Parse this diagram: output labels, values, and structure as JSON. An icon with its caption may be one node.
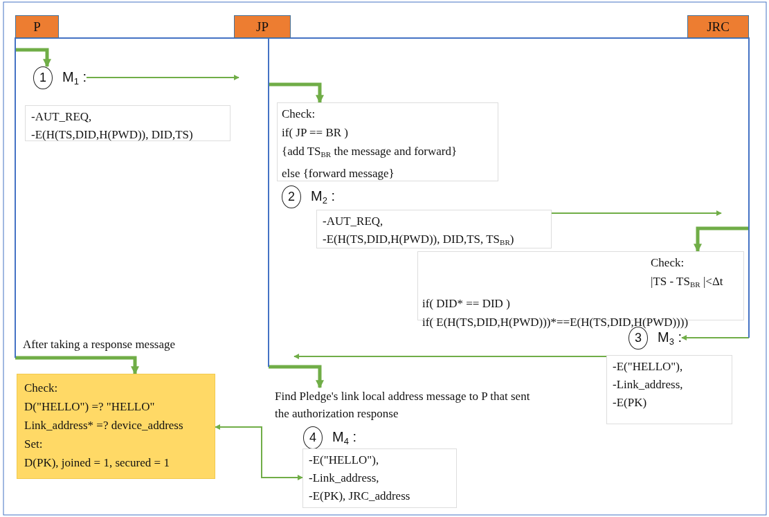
{
  "diagram": {
    "nodes": [
      {
        "text": [
          "P"
        ]
      },
      {
        "text": [
          "JP"
        ]
      },
      {
        "text": [
          "JRC"
        ]
      },
      {
        "text": [],
        "shape": "line"
      },
      {
        "text": [],
        "shape": "line"
      },
      {
        "text": [],
        "shape": "line"
      },
      {
        "text": [
          "1"
        ],
        "beside": [
          "M$_{1}$ :"
        ]
      },
      {
        "text": [
          "-AUT_REQ,",
          "-E(H(TS,DID,H(PWD)),  DID,TS)"
        ]
      },
      {
        "text": [
          "Check:",
          "if( JP == BR )",
          "{add  TS$_{BR}$ the message and forward}",
          "else {forward message}"
        ]
      },
      {
        "text": [
          "2"
        ],
        "beside": [
          "M$_{2}$ :"
        ]
      },
      {
        "text": [
          "-AUT_REQ,",
          "-E(H(TS,DID,H(PWD)),  DID,TS,  TS$_{BR}$)"
        ]
      },
      {
        "text": [
          "Check:",
          "|TS  -  TS$_{BR}$ |<Δt",
          "if( DID* == DID )",
          "if( E(H(TS,DID,H(PWD)))*==E(H(TS,DID,H(PWD))))"
        ]
      },
      {
        "text": [
          "3"
        ],
        "beside": [
          "M$_{3}$ :"
        ]
      },
      {
        "text": [
          "-E(\"HELLO\"),",
          "-Link_address,",
          "-E(PK)"
        ]
      },
      {
        "text": [
          "Check:",
          "D(\"HELLO\")  =? \"HELLO\"",
          "Link_address*  =? device_address",
          "Set:",
          "D(PK), joined = 1, secured = 1"
        ]
      },
      {
        "text": [
          "Find Pledge's link local address message to P that sent the authorization response"
        ]
      },
      {
        "text": [
          "4"
        ],
        "beside": [
          "M$_{4}$ :"
        ]
      },
      {
        "text": [
          "-E(\"HELLO\"),",
          "-Link_address,",
          "-E(PK), JRC_address"
        ]
      }
    ],
    "edges": [
      {
        "from": 3,
        "to": 6,
        "arrow": "to",
        "style": "thick"
      },
      {
        "from": 6,
        "to": null,
        "arrow": "to"
      },
      {
        "from": 4,
        "to": 8,
        "arrow": "to",
        "style": "thick"
      },
      {
        "from": 10,
        "to": null,
        "arrow": "to"
      },
      {
        "from": 5,
        "to": 11,
        "arrow": "to",
        "style": "thick"
      },
      {
        "from": 5,
        "to": 12,
        "arrow": "to"
      },
      {
        "from": 13,
        "to": null,
        "arrow": "to"
      },
      {
        "from": 3,
        "to": 14,
        "arrow": "to",
        "style": "thick"
      },
      {
        "from": 4,
        "to": 15,
        "arrow": "to",
        "style": "thick"
      },
      {
        "from": 14,
        "to": 17,
        "arrow": "both"
      }
    ],
    "labels": [
      "After taking a response message"
    ]
  }
}
